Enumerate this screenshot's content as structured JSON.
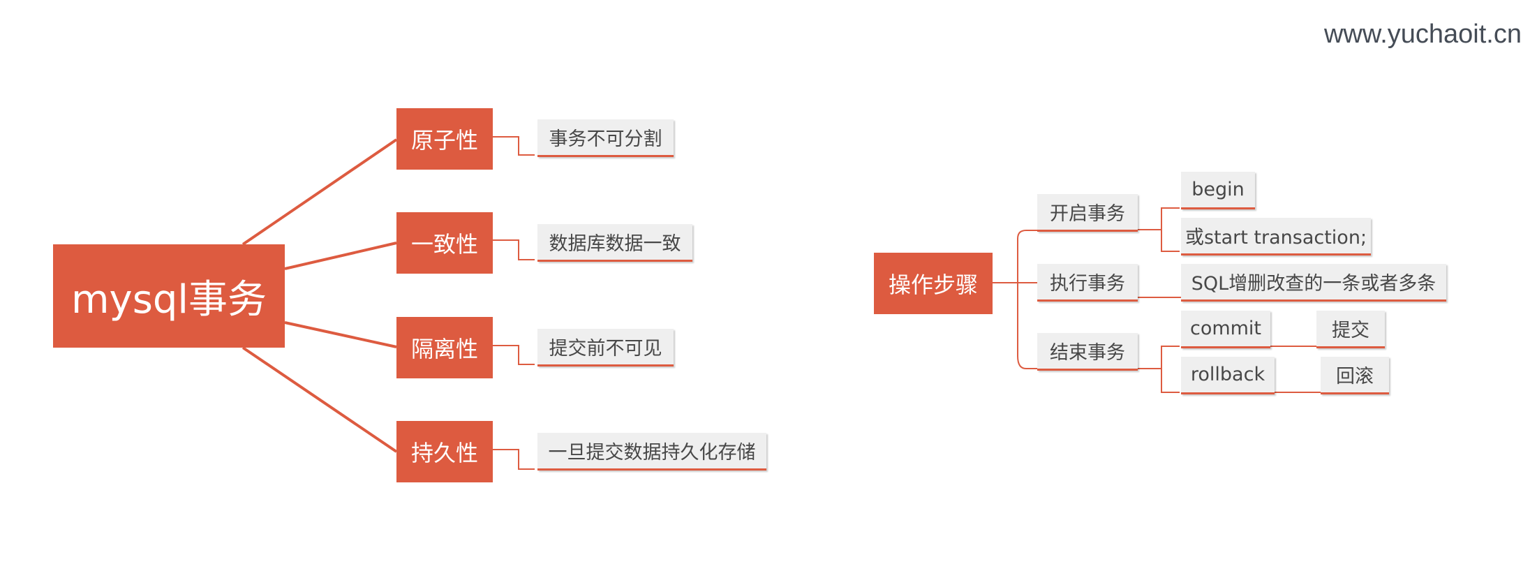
{
  "watermark": "www.yuchaoit.cn",
  "left_map": {
    "root": "mysql事务",
    "topics": [
      {
        "label": "原子性",
        "detail": "事务不可分割"
      },
      {
        "label": "一致性",
        "detail": "数据库数据一致"
      },
      {
        "label": "隔离性",
        "detail": "提交前不可见"
      },
      {
        "label": "持久性",
        "detail": "一旦提交数据持久化存储"
      }
    ]
  },
  "right_map": {
    "root": "操作步骤",
    "branches": [
      {
        "label": "开启事务",
        "children": [
          {
            "label": "begin"
          },
          {
            "label": "或start transaction;"
          }
        ]
      },
      {
        "label": "执行事务",
        "children": [
          {
            "label": "SQL增删改查的一条或者多条"
          }
        ]
      },
      {
        "label": "结束事务",
        "children": [
          {
            "label": "commit",
            "note": "提交"
          },
          {
            "label": "rollback",
            "note": "回滚"
          }
        ]
      }
    ]
  },
  "colors": {
    "accent": "#dd5b40",
    "leaf_bg": "#efefef",
    "leaf_text": "#474747",
    "watermark": "#454c56"
  }
}
